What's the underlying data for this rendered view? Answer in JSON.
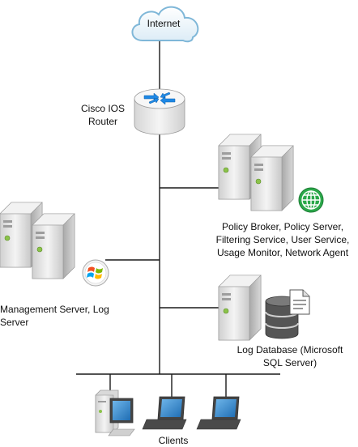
{
  "nodes": {
    "internet": {
      "label": "Internet",
      "icon": "cloud-icon"
    },
    "router": {
      "label_lines": [
        "Cisco IOS",
        "Router"
      ],
      "icon": "router-icon"
    },
    "policy_servers": {
      "label_lines": [
        "Policy Broker, Policy Server,",
        "Filtering Service, User Service,",
        "Usage Monitor, Network Agent"
      ],
      "icon": "server-pair-icon",
      "badge_icon": "globe-icon"
    },
    "management_servers": {
      "label_lines": [
        "Management Server, Log",
        "Server"
      ],
      "icon": "server-pair-icon",
      "badge_icon": "windows-logo-icon"
    },
    "log_database": {
      "label_lines": [
        "Log Database (Microsoft",
        "SQL Server)"
      ],
      "icon": "server-icon",
      "badge_icon": "database-icon"
    },
    "clients": {
      "label": "Clients",
      "icons": [
        "desktop-computer-icon",
        "laptop-icon",
        "laptop-icon"
      ]
    }
  },
  "colors": {
    "line": "#1a1a1a",
    "cloud_fill": "#eef6fb",
    "cloud_stroke": "#7fb7d8",
    "server_body": "#e6e6e6",
    "server_side": "#bfbfbf",
    "led_green": "#8bc34a",
    "globe_green": "#2ba84a",
    "router_arrow": "#1e88e5",
    "screen_blue": "#2f7fc8"
  }
}
